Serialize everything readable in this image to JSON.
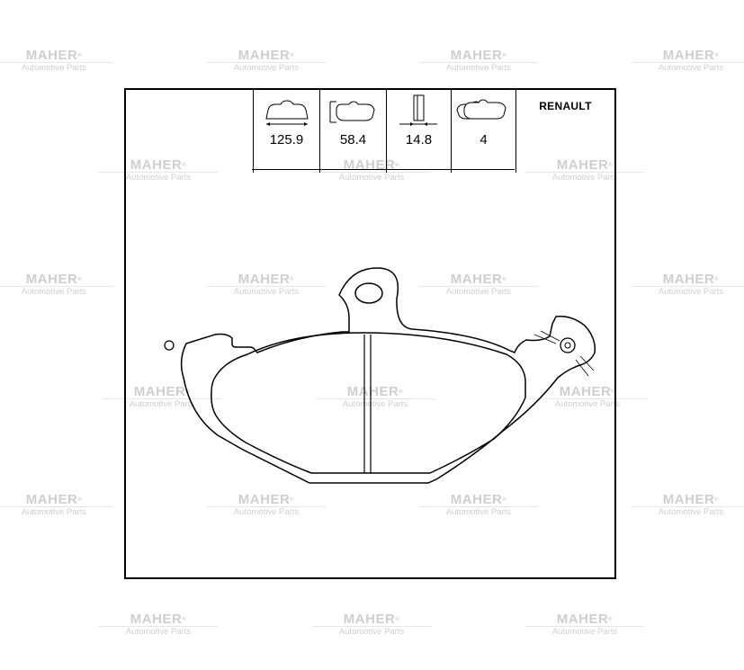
{
  "watermark": {
    "brand": "MAHER",
    "registered": "®",
    "tagline": "Automotive Parts"
  },
  "specs": {
    "width": "125.9",
    "height": "58.4",
    "thickness": "14.8",
    "pad_count": "4",
    "make": "RENAULT"
  },
  "icons": {
    "width": "pad-width-icon",
    "height": "pad-height-icon",
    "thickness": "pad-thickness-icon",
    "pad_count": "pad-set-icon"
  },
  "colors": {
    "line": "#000000",
    "watermark": "#cfcfcf"
  }
}
